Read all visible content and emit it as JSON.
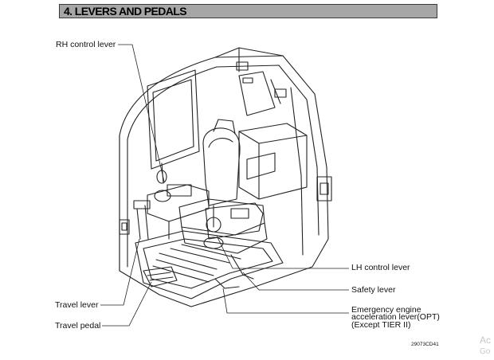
{
  "section": {
    "title": "4. LEVERS AND PEDALS"
  },
  "labels": {
    "rh_control_lever": "RH control lever",
    "lh_control_lever": "LH control lever",
    "safety_lever": "Safety lever",
    "emergency_line1": "Emergency engine",
    "emergency_line2": "acceleration lever(OPT)",
    "emergency_line3": "(Except TIER II)",
    "travel_lever": "Travel lever",
    "travel_pedal": "Travel pedal"
  },
  "figure": {
    "code": "29073CD41"
  },
  "watermark": {
    "line1": "Ac",
    "line2": "Go"
  }
}
